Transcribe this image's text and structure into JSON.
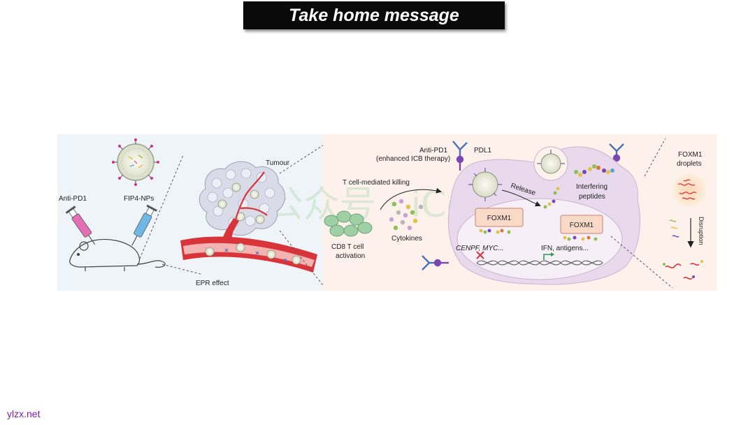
{
  "slide": {
    "title": "Take home message",
    "footer": "ylzx.net"
  },
  "watermark": "公众号 · iComba",
  "diagram": {
    "labels": {
      "anti_pd1_left": "Anti-PD1",
      "fip4_nps": "FIP4-NPs",
      "tumour": "Tumour",
      "epr_effect": "EPR effect",
      "anti_pd1_top": "Anti-PD1",
      "enhanced_icb": "(enhanced ICB therapy)",
      "pdl1": "PDL1",
      "t_cell_killing": "T cell-mediated killing",
      "cytokines": "Cytokines",
      "cd8_line1": "CD8 T cell",
      "cd8_line2": "activation",
      "release": "Release",
      "interfering_line1": "Interfering",
      "interfering_line2": "peptides",
      "foxm1_left": "FOXM1",
      "foxm1_right": "FOXM1",
      "cenpf_myc": "CENPF, MYC...",
      "ifn_antigens": "IFN, antigens...",
      "foxm1_droplets_line1": "FOXM1",
      "foxm1_droplets_line2": "droplets",
      "disruption": "Disruption"
    },
    "colors": {
      "left_panel_bg": "#eef4f8",
      "right_panel_bg": "#fdf1ec",
      "cell_fill": "#e8d9ec",
      "nucleus_fill": "#f6eff7",
      "foxm1_box": "#f9d9c7",
      "vessel": "#d8343a",
      "syringe_pink": "#e56fb7",
      "syringe_blue": "#6fb8e5",
      "receptor_purple": "#7a46b0",
      "antibody_blue": "#4c6fb5",
      "tcell_green": "#9fcfa5"
    }
  }
}
